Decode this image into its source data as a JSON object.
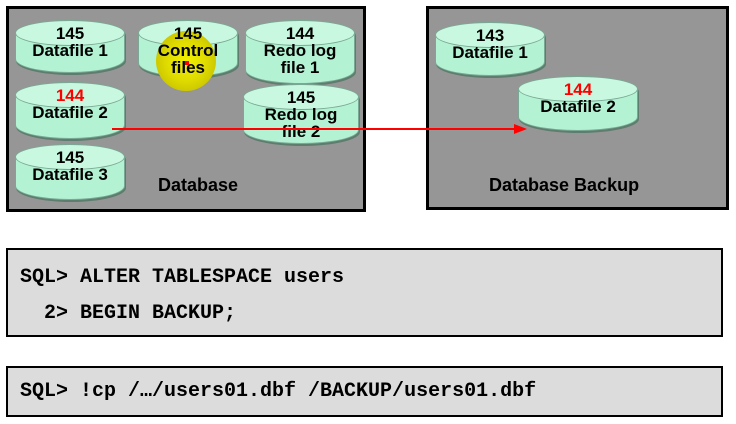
{
  "database": {
    "label": "Database",
    "files": [
      {
        "num": "145",
        "name": "Datafile 1"
      },
      {
        "num": "145",
        "name": "Control files"
      },
      {
        "num": "144",
        "name": "Redo log file 1"
      },
      {
        "num": "144",
        "name": "Datafile 2",
        "num_color": "#ff0000"
      },
      {
        "num": "145",
        "name": "Redo log file 2"
      },
      {
        "num": "145",
        "name": "Datafile 3"
      }
    ]
  },
  "backup": {
    "label": "Database Backup",
    "files": [
      {
        "num": "143",
        "name": "Datafile 1"
      },
      {
        "num": "144",
        "name": "Datafile 2",
        "num_color": "#ff0000"
      }
    ]
  },
  "sql1": {
    "line1": "SQL> ALTER TABLESPACE users",
    "line2": "  2> BEGIN BACKUP;"
  },
  "sql2": {
    "line1": "SQL> !cp /…/users01.dbf /BACKUP/users01.dbf"
  },
  "colors": {
    "panel": "#969696",
    "cylinder": "#b3f2d2",
    "highlight_num": "#ff0000",
    "arrow": "#ff0000",
    "sql_bg": "#dcdcdc"
  }
}
